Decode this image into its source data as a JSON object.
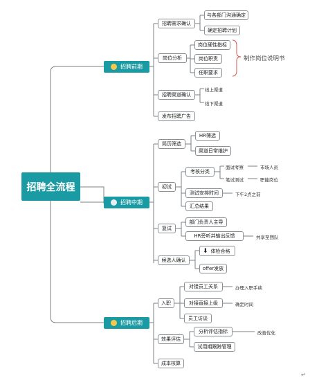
{
  "root": "招聘全流程",
  "stages": [
    {
      "label": "招聘前期",
      "icon": "stage-badge-icon"
    },
    {
      "label": "招聘中期",
      "icon": "stage-badge-icon"
    },
    {
      "label": "招聘后期",
      "icon": "stage-badge-icon"
    }
  ],
  "pre": {
    "confirm": "招聘需求确认",
    "confirm_children": [
      "与各部门沟通确定",
      "确定招聘计划"
    ],
    "analysis": "岗位分析",
    "analysis_children": [
      "岗位硬性指标",
      "岗位职责",
      "任职要求"
    ],
    "callout": "制作岗位说明书",
    "channels": "招聘渠道确认",
    "channel_children": [
      "线上渠道",
      "线下渠道"
    ],
    "ad": "发布招聘广告"
  },
  "mid": {
    "screen": "简历筛选",
    "screen_children": [
      "HR筛选",
      "渠道日常维护"
    ],
    "written": "初试",
    "written_children": [
      "考核分类",
      "测试安排时间",
      "汇总结果"
    ],
    "exam_types": [
      "面试考察",
      "笔试测试"
    ],
    "exam_targets": [
      "市场人员",
      "职能岗位"
    ],
    "schedule_note": "下午2点之前",
    "retest": "复试",
    "retest_children": [
      "部门负责人主导",
      "HR旁听并输出反馈"
    ],
    "share_note": "共享至团队",
    "confirm": "候选人确认",
    "confirm_children": [
      "体检合格",
      "offer发放"
    ]
  },
  "post": {
    "onboard": "入职",
    "onboard_children": [
      "对接员工关系",
      "对接直接上级",
      "员工访谈"
    ],
    "onboard_notes": [
      "办理入职手续",
      "确定时间"
    ],
    "eval": "效果评估",
    "eval_children": [
      "分析评估指标",
      "试用期跟踪管理"
    ],
    "eval_note": "改善优化",
    "cost": "成本核算"
  },
  "corner_mark": "↵",
  "colors": {
    "accent": "#1a9ba3",
    "line": "#7a8087",
    "bracket": "#d9534f"
  }
}
